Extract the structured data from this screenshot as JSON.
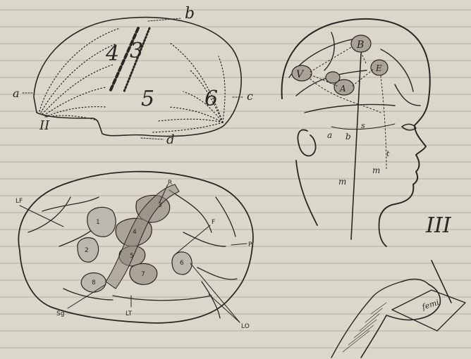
{
  "figure_II": {
    "numeral": "II",
    "labels": {
      "a": "a",
      "b": "b",
      "c": "c",
      "d": "d"
    },
    "areas": {
      "n3": "3",
      "n4": "4",
      "n5": "5",
      "n6": "6"
    }
  },
  "figure_III": {
    "numeral": "III",
    "node_labels": {
      "B": "B",
      "V": "V",
      "A": "A",
      "E": "E"
    },
    "path_labels": {
      "a": "a",
      "b": "b",
      "m": "m",
      "m2": "m",
      "s": "s",
      "t": "t"
    },
    "paper_text": "femi"
  },
  "brain_lateral": {
    "labels": {
      "LF": "LF",
      "R": "R",
      "F": "F",
      "P": "P",
      "Sg": "Sg",
      "LT": "LT",
      "LO": "LO"
    },
    "areas": {
      "a1": "1",
      "a2": "2",
      "a3": "3",
      "a4": "4",
      "a5": "5",
      "a6": "6",
      "a7": "7",
      "a8": "8"
    }
  }
}
